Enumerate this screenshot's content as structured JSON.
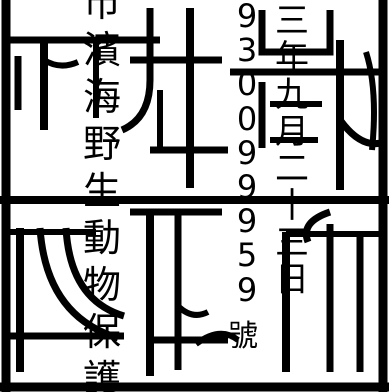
{
  "document": {
    "name_column": [
      "市",
      "濱",
      "海",
      "野",
      "生",
      "動",
      "物",
      "保",
      "護"
    ],
    "number_column": [
      "9",
      "3",
      "0",
      "0",
      "9",
      "9",
      "9",
      "5",
      "9"
    ],
    "date_column": [
      "三",
      "年",
      "九",
      "月",
      "二",
      "十",
      "三",
      "日"
    ],
    "hao": "號"
  },
  "seal": {
    "ink_color": "#000000",
    "paper_color": "#ffffff"
  }
}
